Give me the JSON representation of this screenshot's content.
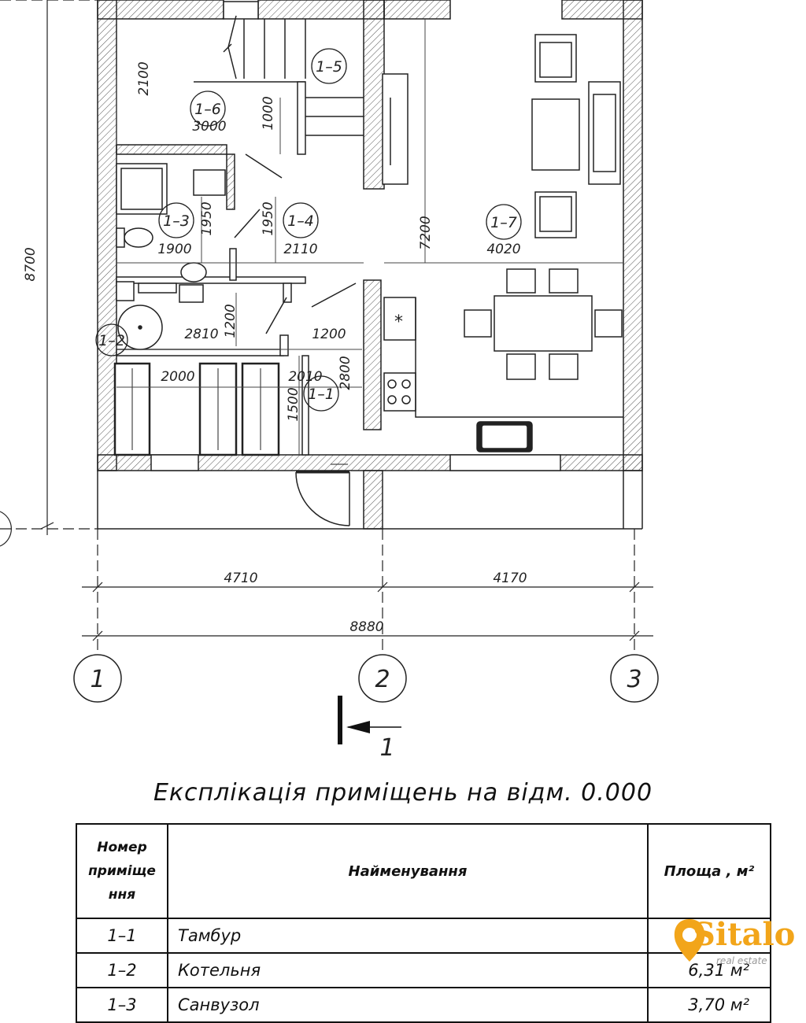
{
  "plan": {
    "height_dim": "8700",
    "axes": [
      "1",
      "2",
      "3"
    ],
    "section_mark": "1",
    "bottom_dims": {
      "left": "4710",
      "right": "4170",
      "total": "8880"
    },
    "rooms": {
      "r15": "1–5",
      "r16": "1–6",
      "r13": "1–3",
      "r14": "1–4",
      "r17": "1–7",
      "r12": "1–2",
      "r11": "1–1"
    },
    "dims": {
      "d2100": "2100",
      "d3000": "3000",
      "d1000": "1000",
      "d1950a": "1950",
      "d1950b": "1950",
      "d1900": "1900",
      "d2110": "2110",
      "d7200": "7200",
      "d4020": "4020",
      "d2810": "2810",
      "d1200a": "1200",
      "d1200b": "1200",
      "d2000": "2000",
      "d2010": "2010",
      "d2800": "2800",
      "d1500": "1500"
    }
  },
  "explication": {
    "title": "Експлікація  приміщень  на  відм. 0.000",
    "headers": {
      "number": "Номер приміще ння",
      "name": "Найменування",
      "area": "Площа , м²"
    },
    "rows": [
      {
        "num": "1–1",
        "name": "Тамбур",
        "area": ""
      },
      {
        "num": "1–2",
        "name": "Котельня",
        "area": "6,31 м²"
      },
      {
        "num": "1–3",
        "name": "Санвузол",
        "area": "3,70 м²"
      }
    ]
  },
  "watermark": {
    "brand": "Sitalo",
    "tagline": "real estate",
    "color": "#f2a51a"
  }
}
